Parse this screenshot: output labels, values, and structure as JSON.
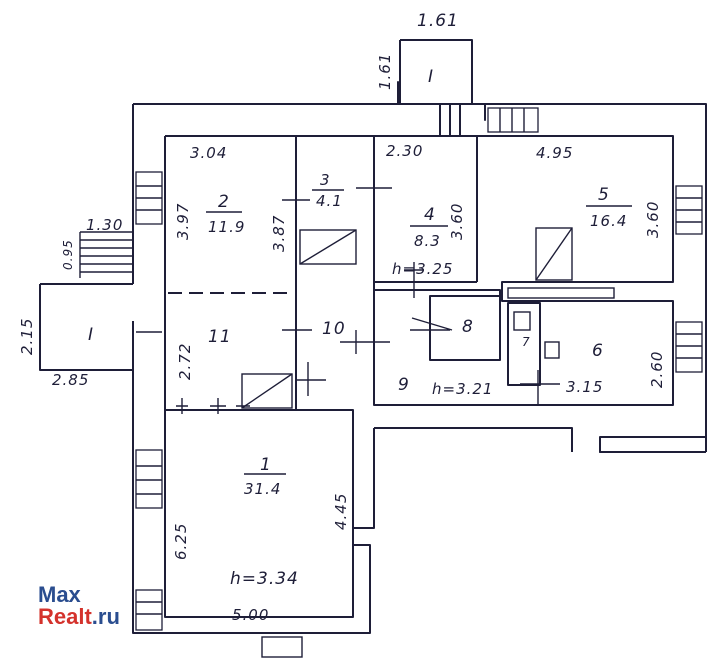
{
  "plan": {
    "porch_top": {
      "width": "1.61",
      "depth": "1.61",
      "label": "I"
    },
    "porch_left": {
      "width": "1.30",
      "step": "0.95",
      "depth": "2.15",
      "length": "2.85",
      "label": "I"
    },
    "rooms": [
      {
        "num": "2",
        "area": "11.9",
        "dim_top": "3.04",
        "dim_left": "3.97",
        "dim_right": "3.87"
      },
      {
        "num": "3",
        "area": "4.1"
      },
      {
        "num": "4",
        "area": "8.3",
        "dim_top": "2.30",
        "dim_right": "3.60",
        "height": "h=3.25"
      },
      {
        "num": "5",
        "area": "16.4",
        "dim_top": "4.95",
        "dim_right": "3.60"
      },
      {
        "num": "8"
      },
      {
        "num": "7"
      },
      {
        "num": "6",
        "dim_right": "2.60",
        "dim_bottom": "3.15"
      },
      {
        "num": "9",
        "height": "h=3.21"
      },
      {
        "num": "10"
      },
      {
        "num": "11",
        "dim_left": "2.72"
      },
      {
        "num": "1",
        "area": "31.4",
        "dim_left": "6.25",
        "dim_right": "4.45",
        "height": "h=3.34",
        "dim_bottom": "5.00"
      }
    ]
  },
  "watermark": {
    "line1": "Max",
    "line2": "Realt",
    "suffix": ".ru"
  }
}
